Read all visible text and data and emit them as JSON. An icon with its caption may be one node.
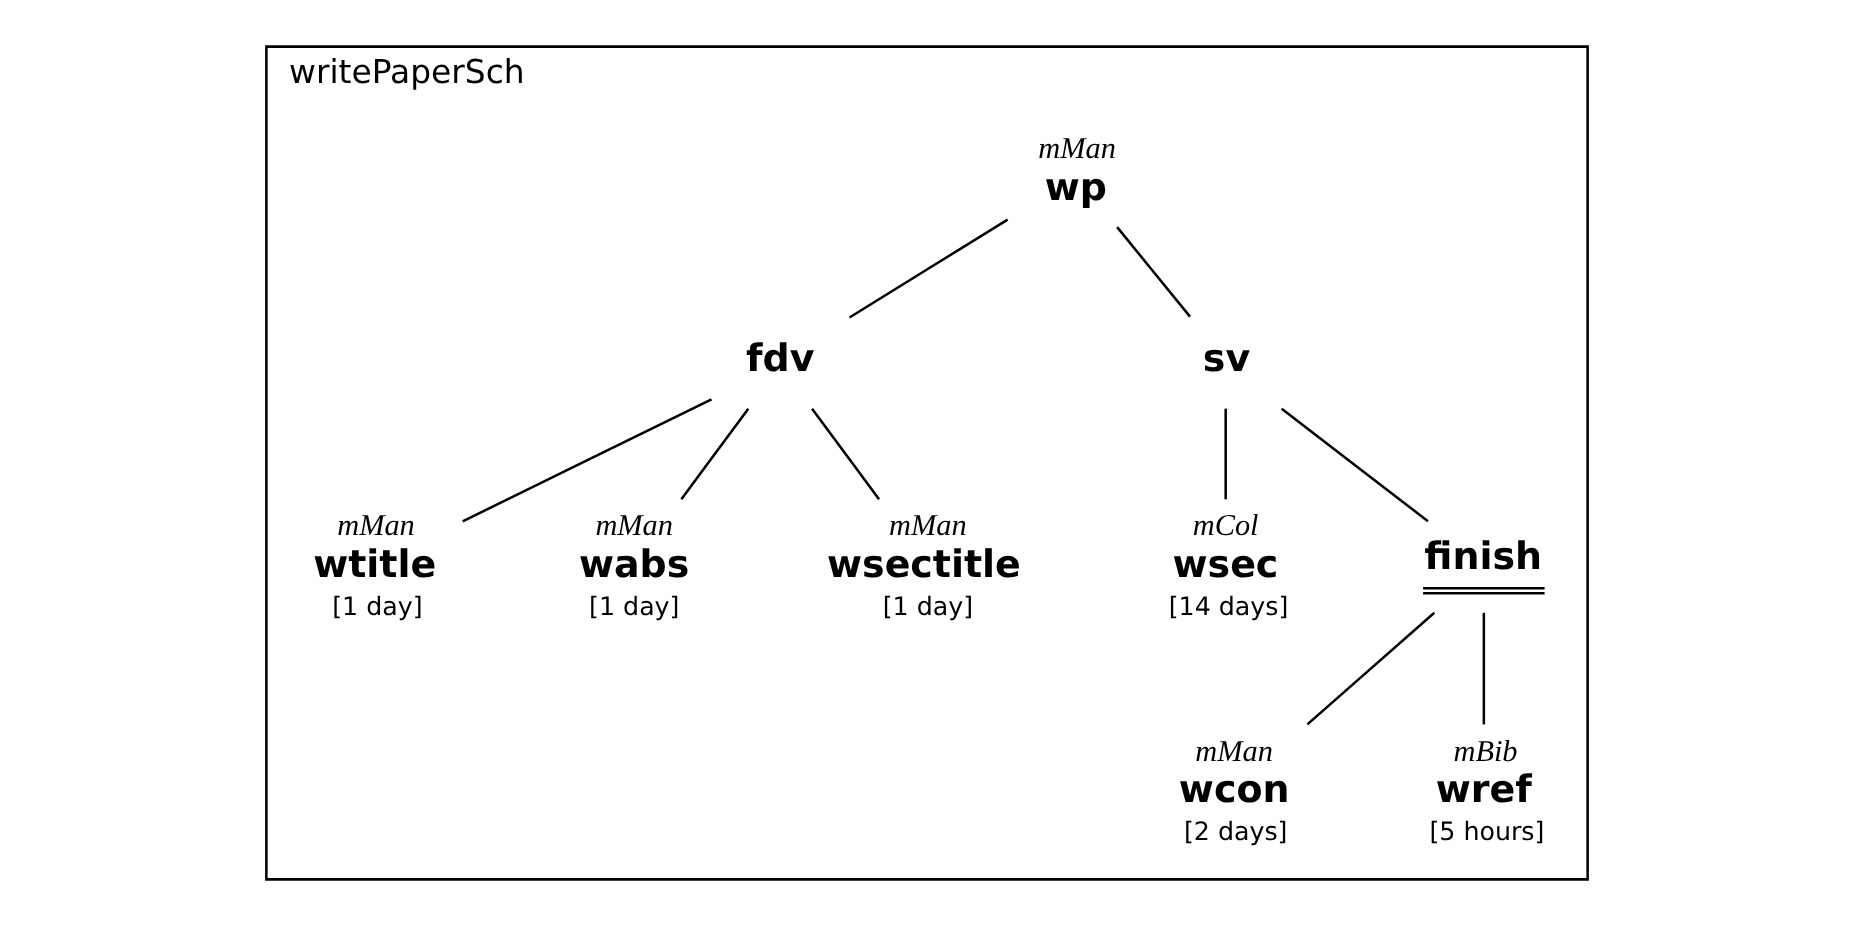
{
  "diagram": {
    "nodes": [
      {
        "text": [
          "writePaperSch"
        ]
      },
      {
        "text": [
          "wp"
        ],
        "beside": [
          "mMan"
        ],
        "in": 0
      },
      {
        "text": [
          "fdv"
        ],
        "in": 0
      },
      {
        "text": [
          "sv"
        ],
        "in": 0
      },
      {
        "text": [
          "wtitle"
        ],
        "beside": [
          "mMan",
          "[1 day]"
        ],
        "in": 0
      },
      {
        "text": [
          "wabs"
        ],
        "beside": [
          "mMan",
          "[1 day]"
        ],
        "in": 0
      },
      {
        "text": [
          "wsectitle"
        ],
        "beside": [
          "mMan",
          "[1 day]"
        ],
        "in": 0
      },
      {
        "text": [
          "wsec"
        ],
        "beside": [
          "mCol",
          "[14 days]"
        ],
        "in": 0
      },
      {
        "text": [
          "finish"
        ],
        "in": 0
      },
      {
        "text": [
          "wcon"
        ],
        "beside": [
          "mMan",
          "[2 days]"
        ],
        "in": 0
      },
      {
        "text": [
          "wref"
        ],
        "beside": [
          "mBib",
          "[5 hours]"
        ],
        "in": 0
      }
    ],
    "edges": [
      {
        "from": 1,
        "to": 2,
        "arrow": "none"
      },
      {
        "from": 1,
        "to": 3,
        "arrow": "none"
      },
      {
        "from": 2,
        "to": 4,
        "arrow": "none"
      },
      {
        "from": 2,
        "to": 5,
        "arrow": "none"
      },
      {
        "from": 2,
        "to": 6,
        "arrow": "none"
      },
      {
        "from": 3,
        "to": 7,
        "arrow": "none"
      },
      {
        "from": 3,
        "to": 8,
        "arrow": "none"
      },
      {
        "from": 8,
        "to": 9,
        "arrow": "none"
      },
      {
        "from": 8,
        "to": 10,
        "arrow": "none"
      }
    ]
  }
}
